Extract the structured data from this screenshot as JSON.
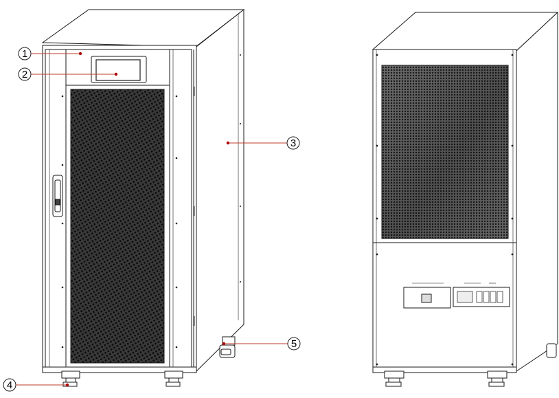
{
  "callouts": [
    {
      "id": "1",
      "label": "1"
    },
    {
      "id": "2",
      "label": "2"
    },
    {
      "id": "3",
      "label": "3"
    },
    {
      "id": "4",
      "label": "4"
    },
    {
      "id": "5",
      "label": "5"
    }
  ],
  "colors": {
    "line": "#1a1a1a",
    "mesh": "#2b2b2b",
    "leader": "#c0392b",
    "leader_dot": "#b00000",
    "background": "#ffffff"
  }
}
